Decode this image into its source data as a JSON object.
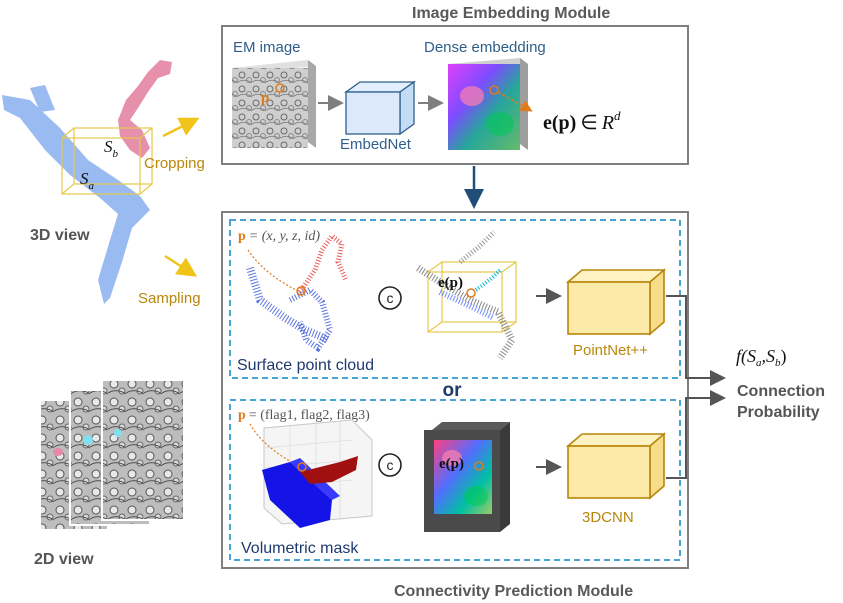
{
  "modules": {
    "embedding_title": "Image Embedding Module",
    "prediction_title": "Connectivity Prediction Module"
  },
  "embedding": {
    "em_label": "EM image",
    "dense_label": "Dense embedding",
    "net_label": "EmbedNet",
    "point_label": "p",
    "formula_e": "e",
    "formula_p": "(p)",
    "formula_in": "∈",
    "formula_R": "R",
    "formula_sup": "d"
  },
  "left": {
    "segment_a": "S",
    "segment_a_sub": "a",
    "segment_b": "S",
    "segment_b_sub": "b",
    "view3d": "3D view",
    "view2d": "2D view",
    "cropping": "Cropping",
    "sampling": "Sampling"
  },
  "point_branch": {
    "point_symbol": "p",
    "point_def": "= (x, y, z, id)",
    "caption": "Surface point cloud",
    "concat": "c",
    "embed_label": "e(p)",
    "net_label": "PointNet++"
  },
  "or_label": "or",
  "volume_branch": {
    "point_symbol": "p",
    "point_def": "= (flag1, flag2, flag3)",
    "caption": "Volumetric mask",
    "concat": "c",
    "embed_label": "e(p)",
    "net_label": "3DCNN"
  },
  "output": {
    "fn_f": "f",
    "fn_args": "(S",
    "fn_a": "a",
    "fn_sep": ",S",
    "fn_b": "b",
    "fn_close": ")",
    "line1": "Connection",
    "line2": "Probability"
  },
  "colors": {
    "module_border": "#7f7f7f",
    "dashed_border": "#4aa3d6",
    "title_gray": "#595959",
    "net_blue": "#2e5f8a",
    "net_gold": "#b8860b",
    "accent_orange": "#e07b1a",
    "neuron_blue": "#8fb4f0",
    "neuron_pink": "#e58aa8",
    "arrow_gold": "#f0c419",
    "caption_navy": "#1f3a6e",
    "crop_box": "#e6c84a"
  }
}
